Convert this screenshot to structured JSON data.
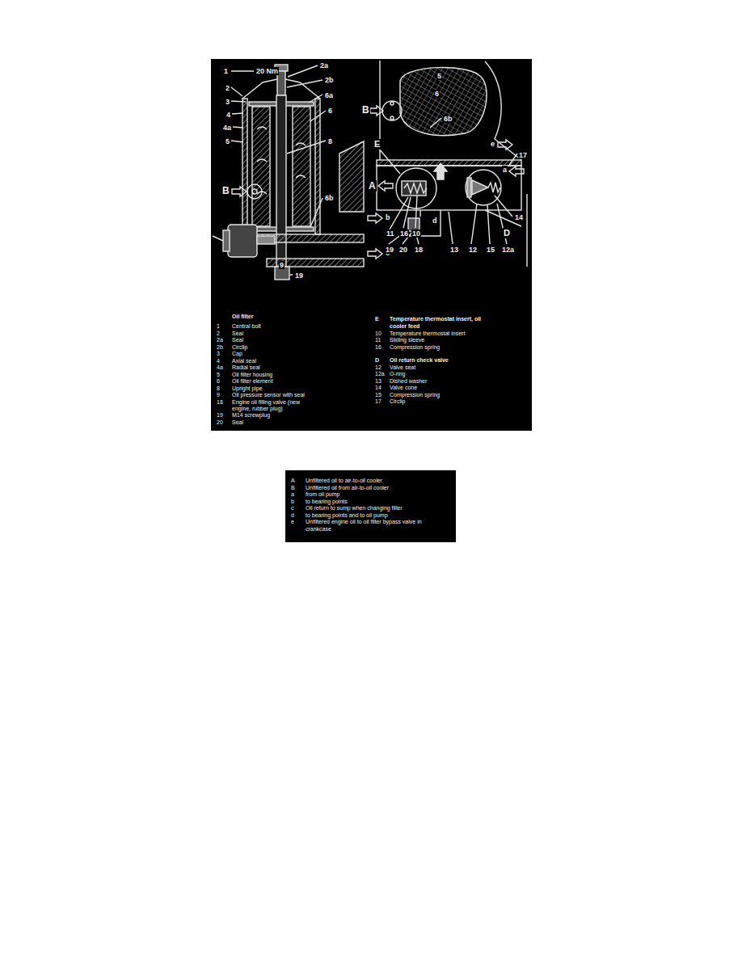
{
  "diagram": {
    "labels": [
      "1",
      "20 Nm",
      "2a",
      "2",
      "2b",
      "3",
      "6a",
      "4",
      "6",
      "4a",
      "5",
      "8",
      "B",
      "6b",
      "b",
      "9",
      "c",
      "19",
      "5",
      "6",
      "6b",
      "B",
      "E",
      "e",
      "17",
      "A",
      "a",
      "d",
      "14",
      "D",
      "11",
      "16",
      "10",
      "19",
      "20",
      "18",
      "13",
      "12",
      "15",
      "12a",
      "Oil filter",
      "1",
      "Central bolt",
      "2",
      "Seal",
      "2a",
      "Seal",
      "2b",
      "Circlip",
      "3",
      "Cap",
      "4",
      "Axial seal",
      "4a",
      "Radial seal",
      "5",
      "Oil filter housing",
      "6",
      "Oil filter element",
      "8",
      "Upright pipe",
      "9",
      "Oil pressure sensor with seal",
      "18",
      "Engine oil filling valve (new engine, rubber plug)",
      "19",
      "M14 screwplug",
      "20",
      "Seal",
      "E",
      "Temperature thermostat insert, oil cooler feed",
      "10",
      "Temperature thermostat insert",
      "11",
      "Sliding sleeve",
      "16",
      "Compression spring",
      "D",
      "Oil return check valve",
      "12",
      "Valve seat",
      "12a",
      "O-ring",
      "13",
      "Dished washer",
      "14",
      "Valve cone",
      "15",
      "Compression spring",
      "17",
      "Circlip",
      "A",
      "Unfiltered oil to air-to-oil cooler",
      "B",
      "Unfiltered oil from air-to-oil cooler",
      "a",
      "from oil pump",
      "b",
      "to bearing points",
      "c",
      "Oil return to sump when changing filter",
      "d",
      "to bearing points and to oil pump",
      "e",
      "Unfiltered engine oil to oil filter bypass valve in crankcase"
    ]
  }
}
